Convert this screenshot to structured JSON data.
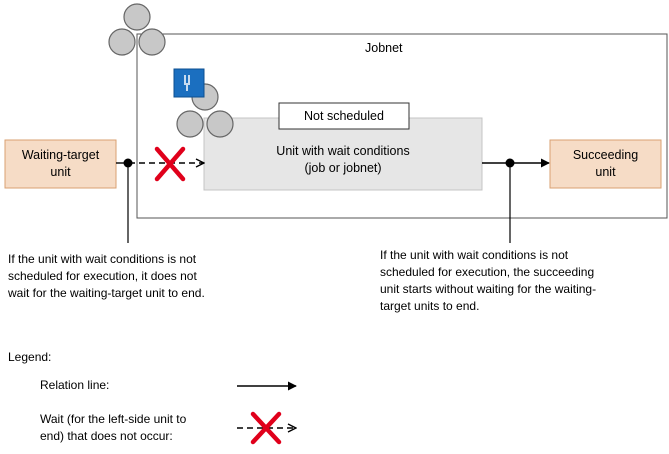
{
  "jobnet": {
    "label": "Jobnet"
  },
  "status_box": {
    "label": "Not scheduled"
  },
  "target_unit": {
    "line1": "Unit with wait conditions",
    "line2": "(job or jobnet)"
  },
  "waiting_target": {
    "line1": "Waiting-target",
    "line2": "unit"
  },
  "succeeding": {
    "line1": "Succeeding",
    "line2": "unit"
  },
  "note_left": {
    "lines": [
      "If the unit with wait conditions is not",
      "scheduled for execution, it does not",
      "wait for the waiting-target unit to end."
    ]
  },
  "note_right": {
    "lines": [
      "If the unit with wait conditions is not",
      "scheduled for execution, the succeeding",
      "unit starts without waiting for the waiting-",
      "target units to end."
    ]
  },
  "legend": {
    "title": "Legend:",
    "relation_label": "Relation line:",
    "wait_label_line1": "Wait (for the left-side unit to",
    "wait_label_line2": "end) that does not occur:"
  },
  "colors": {
    "unit_fill": "#f6dcc6",
    "unit_border": "#d9a072",
    "target_fill": "#e6e6e6",
    "icon_fill": "#c8c8c8",
    "icon_stroke": "#666666",
    "badge_fill": "#1b6fc0",
    "cross": "#e0001b"
  },
  "icons": {
    "jobnet_icon": "jobnet-three-circles-icon",
    "unit_icon": "unit-three-circles-icon",
    "badge": "wait-condition-badge-icon",
    "cross": "cross-x-icon"
  }
}
